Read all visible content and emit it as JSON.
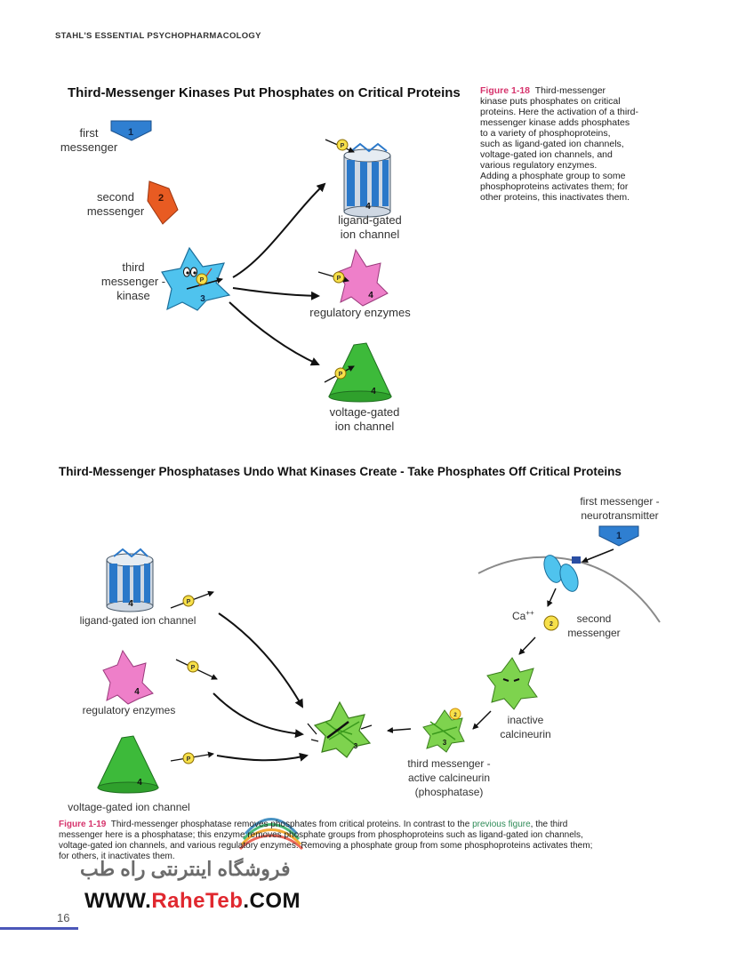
{
  "header": {
    "book_title": "STAHL'S ESSENTIAL PSYCHOPHARMACOLOGY"
  },
  "figure_top": {
    "title": "Third-Messenger Kinases Put Phosphates on Critical Proteins",
    "labels": {
      "first_messenger": [
        "first",
        "messenger"
      ],
      "second_messenger": [
        "second",
        "messenger"
      ],
      "third_messenger": [
        "third",
        "messenger -",
        "kinase"
      ],
      "ligand_gated": [
        "ligand-gated",
        "ion channel"
      ],
      "regulatory": "regulatory enzymes",
      "voltage_gated": [
        "voltage-gated",
        "ion channel"
      ]
    },
    "numbers": {
      "one": "1",
      "two": "2",
      "three": "3",
      "four": "4"
    },
    "phosphate_symbol": "P",
    "caption": {
      "fig_label": "Figure 1-18",
      "lines": [
        "kinase puts phosphates on critical",
        "proteins.  Here the activation of a third-",
        "messenger kinase adds phosphates",
        "to a variety of phosphoproteins,",
        "such as ligand-gated ion channels,",
        "voltage-gated ion channels, and",
        "various regulatory enzymes.",
        "Adding a phosphate group to some",
        "phosphoproteins activates them; for",
        "other proteins, this inactivates them."
      ],
      "first_line_rest": "Third-messenger"
    }
  },
  "figure_bottom": {
    "title": "Third-Messenger Phosphatases Undo What Kinases Create - Take Phosphates Off Critical Proteins",
    "labels": {
      "first_messenger": [
        "first messenger -",
        "neurotransmitter"
      ],
      "ligand_gated": "ligand-gated ion channel",
      "regulatory": "regulatory enzymes",
      "voltage_gated": "voltage-gated ion channel",
      "calcium": "Ca",
      "calcium_charge": "++",
      "second_messenger": [
        "second",
        "messenger"
      ],
      "inactive": [
        "inactive",
        "calcineurin"
      ],
      "active": [
        "third messenger -",
        "active calcineurin",
        "(phosphatase)"
      ]
    },
    "caption": {
      "fig_label": "Figure 1-19",
      "line1_a": "Third-messenger phosphatase removes phosphates from critical proteins.  In contrast to the",
      "line1_link": "previous figure",
      "line1_b": ", the third",
      "line2": "messenger here is a phosphatase; this enzyme removes phosphate groups from phosphoproteins such as ligand-gated ion channels,",
      "line3": "voltage-gated ion channels, and various regulatory enzymes. Removing a phosphate group from some phosphoproteins activates them;",
      "line4": "for others, it inactivates them."
    }
  },
  "watermark": {
    "persian": "فروشگاه اینترنتی راه طب",
    "www": "WWW.",
    "brand": "RaheTeb",
    "tld": ".COM"
  },
  "page_number": "16",
  "colors": {
    "blue_messenger": "#2f7fd1",
    "orange_messenger": "#e85b22",
    "cyan_kinase": "#4fc3ee",
    "pink_enzyme": "#ee7fc9",
    "green_channel": "#3dba3a",
    "channel_blue": "#2a78c9",
    "phosphate_yellow": "#f7e04a",
    "figure_label": "#d6336c"
  }
}
